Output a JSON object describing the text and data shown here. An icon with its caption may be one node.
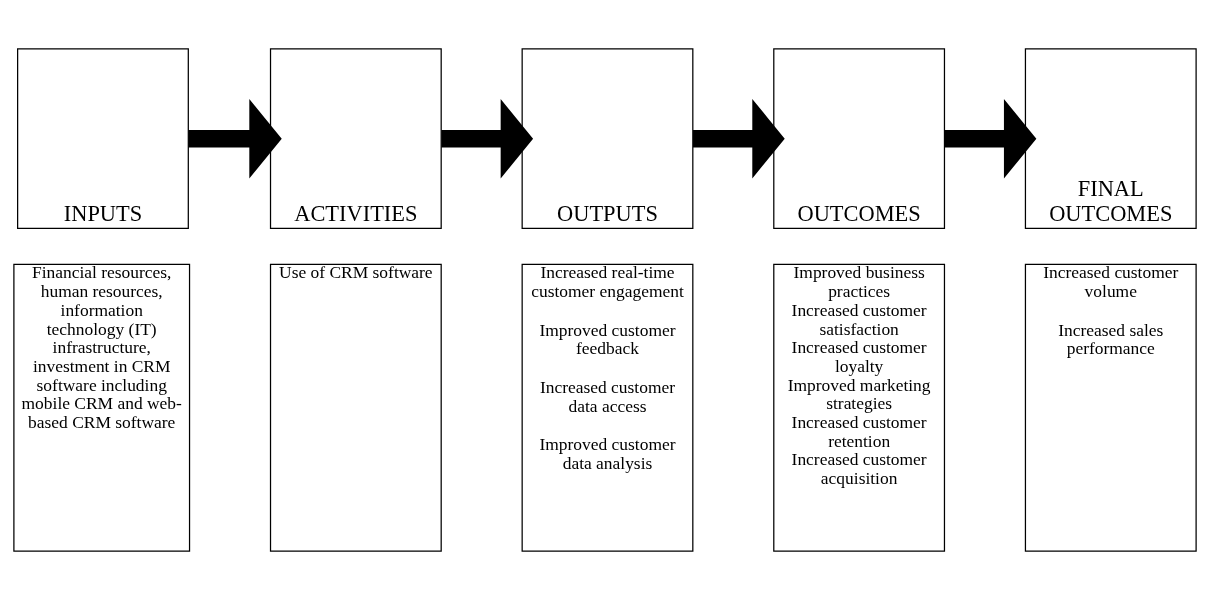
{
  "diagram": {
    "nodes": [
      {
        "text": [
          "INPUTS"
        ]
      },
      {
        "text": [
          "ACTIVITIES"
        ]
      },
      {
        "text": [
          "OUTPUTS"
        ]
      },
      {
        "text": [
          "OUTCOMES"
        ]
      },
      {
        "text": [
          "FINAL OUTCOMES"
        ]
      },
      {
        "text": [
          "Financial resources, human resources, information technology (IT) infrastructure, investment in CRM software including mobile CRM and web-based CRM software"
        ]
      },
      {
        "text": [
          "Use of CRM software"
        ]
      },
      {
        "text": [
          "Increased real-time customer engagement",
          "Improved customer feedback",
          "Increased customer data access",
          "Improved customer data analysis"
        ]
      },
      {
        "text": [
          "Improved business practices",
          "Increased customer satisfaction",
          "Increased customer loyalty",
          "Improved marketing strategies",
          "Increased customer retention",
          "Increased customer acquisition"
        ]
      },
      {
        "text": [
          "Increased customer volume",
          "Increased sales performance"
        ]
      }
    ],
    "edges": [
      {
        "from": 0,
        "to": 1,
        "arrow": "to"
      },
      {
        "from": 1,
        "to": 2,
        "arrow": "to"
      },
      {
        "from": 2,
        "to": 3,
        "arrow": "to"
      },
      {
        "from": 3,
        "to": 4,
        "arrow": "to"
      }
    ]
  }
}
